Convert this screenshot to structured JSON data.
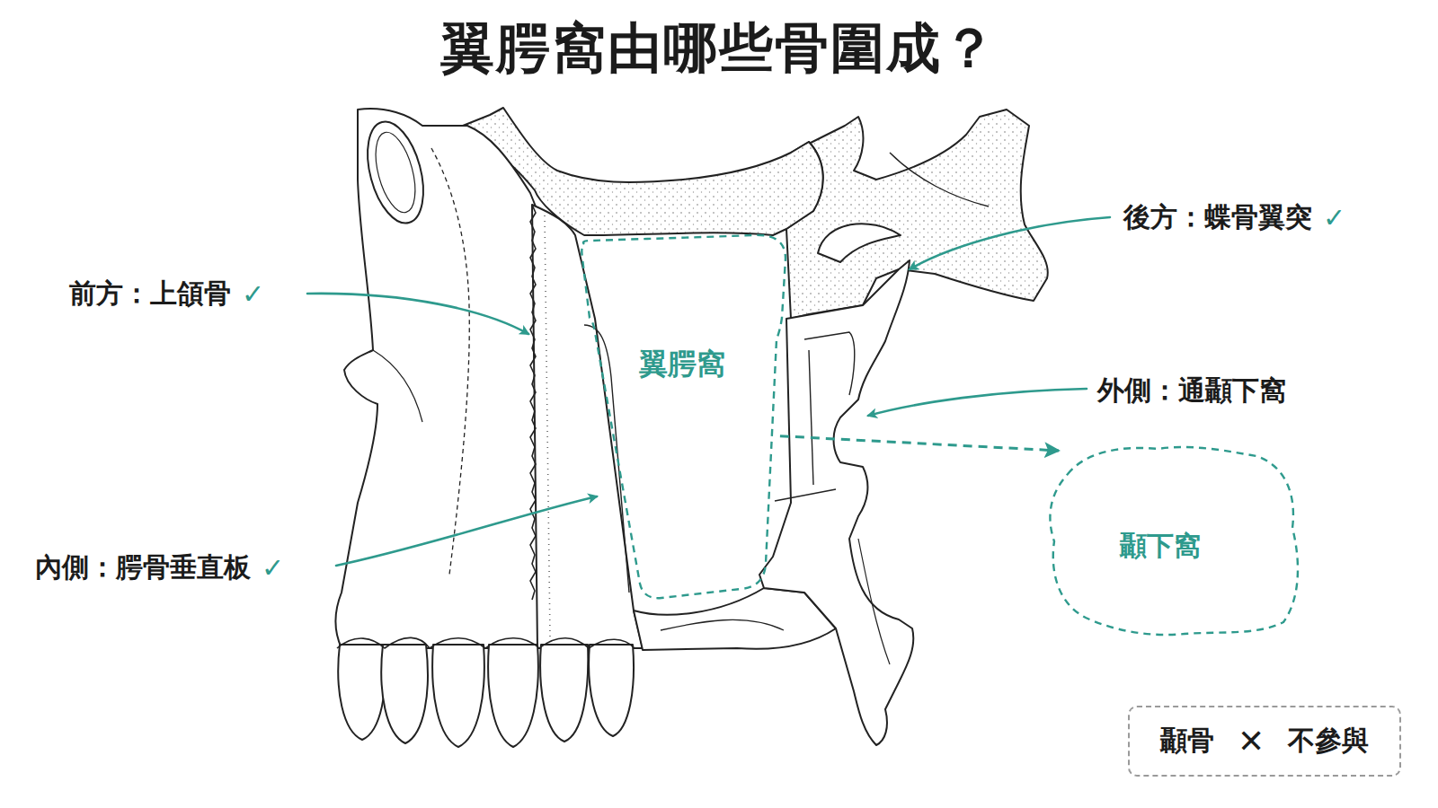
{
  "diagram": {
    "title": "翼腭窩由哪些骨圍成？",
    "nodes": [
      {
        "text": [
          "翼腭窩"
        ]
      },
      {
        "text": [
          "顳下窩"
        ]
      },
      {
        "text": [
          "顳骨",
          "✕",
          "不參與"
        ]
      }
    ],
    "edges": [
      {
        "from": 0,
        "to": 1,
        "arrow": "to"
      }
    ],
    "labels": [
      "後方：蝶骨翼突",
      "✓",
      "前方：上頜骨",
      "✓",
      "外側：通顳下窩",
      "內側：腭骨垂直板",
      "✓"
    ]
  }
}
